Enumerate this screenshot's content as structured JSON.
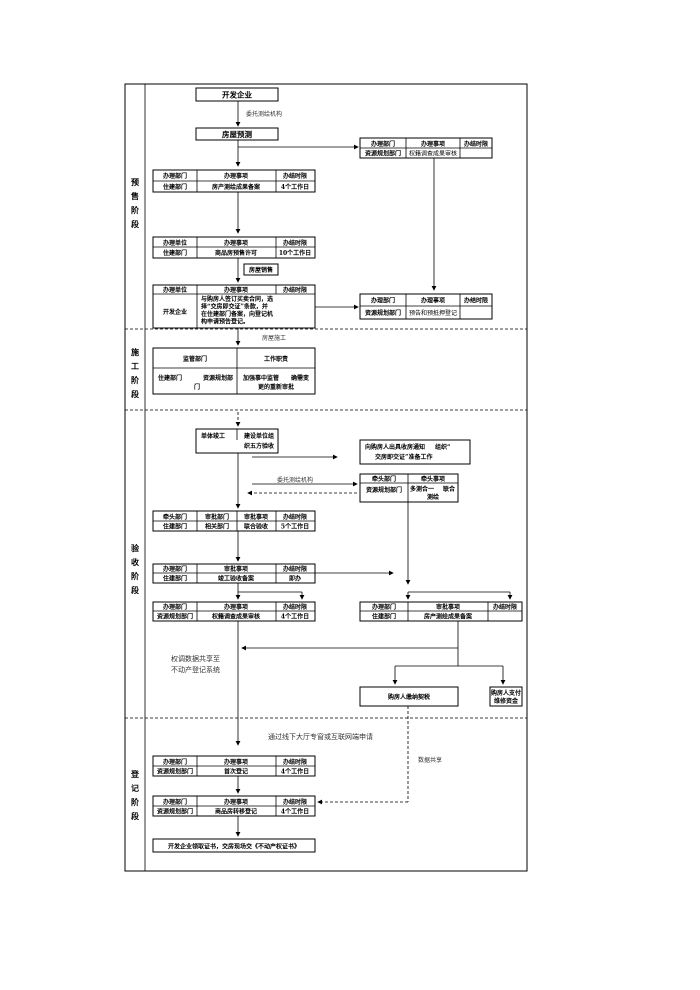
{
  "stages": {
    "presale": [
      "预",
      "售",
      "阶",
      "段"
    ],
    "construction": [
      "施",
      "工",
      "阶",
      "段"
    ],
    "acceptance": [
      "验",
      "收",
      "阶",
      "段"
    ],
    "registration": [
      "登",
      "记",
      "阶",
      "段"
    ]
  },
  "nodes": {
    "developer": "开发企业",
    "commission_survey": "委托测绘机构",
    "presale_survey": "房屋预测",
    "house_sale": "房屋销售",
    "start_construction": "房屋施工",
    "single_completion": "单体竣工",
    "org_five_party_1": "建设单位组",
    "org_five_party_2": "织五方验收",
    "notify_buyer_1": "向购房人出具收房通知",
    "notify_buyer_2": "组织“",
    "notify_buyer_3": "交房即交证”准备工作",
    "commission_survey_2": "委托测绘机构",
    "data_share_1": "权调数据共享至",
    "data_share_2": "不动产登记系统",
    "tax_payment": "购房人缴纳契税",
    "buyer_fees_1": "购房人支付",
    "buyer_fees_2": "维修资金",
    "offline_apply": "通过线下大厅专窗或互联网端申请",
    "data_share_3": "数据共享",
    "final_text": "开发企业领取证书，交房现场交《不动产权证书》"
  },
  "tables": {
    "t1": {
      "h": [
        "办理部门",
        "办理事项",
        "办结时限"
      ],
      "r": [
        "住建部门",
        "房产测绘成果备案",
        "4个工作日"
      ]
    },
    "t2": {
      "h": [
        "办理单位",
        "办理事项",
        "办结时限"
      ],
      "r": [
        "住建部门",
        "商品房预售许可",
        "10个工作日"
      ]
    },
    "t3": {
      "h": [
        "办理单位",
        "办理事项",
        "办结时限"
      ],
      "r": [
        "开发企业"
      ],
      "body": [
        "与购房人签订买卖合同，选",
        "择“交房即交证”条款，并",
        "在住建部门备案，向登记机",
        "构申请预告登记。"
      ]
    },
    "t4": {
      "h": [
        "办理部门",
        "办理事项",
        "办结时限"
      ],
      "r": [
        "资源规划部门",
        "权籍调查成果审核",
        ""
      ]
    },
    "t5": {
      "h": [
        "办理部门",
        "办理事项",
        "办结时限"
      ],
      "r": [
        "资源规划部门",
        "预告和预抵押登记",
        ""
      ]
    },
    "t6": {
      "h": [
        "监管部门",
        "工作职责"
      ],
      "r1": [
        "住建部门",
        "资源规划部",
        "加强事中监管",
        "确需变"
      ],
      "r2": [
        "门",
        "更的重新审批"
      ]
    },
    "t7": {
      "h": [
        "牵头部门",
        "牵头事项"
      ],
      "r": [
        "资源规划部门",
        "多测合一",
        "联合"
      ],
      "r2": [
        "测绘"
      ]
    },
    "t8": {
      "h": [
        "牵头部门",
        "审批部门",
        "审批事项",
        "办结时限"
      ],
      "r": [
        "住建部门",
        "相关部门",
        "联合验收",
        "5个工作日"
      ]
    },
    "t9": {
      "h": [
        "办理部门",
        "审批事项",
        "办结时限"
      ],
      "r": [
        "住建部门",
        "竣工验收备案",
        "即办"
      ]
    },
    "t10": {
      "h": [
        "办理部门",
        "办理事项",
        "办结时限"
      ],
      "r": [
        "资源规划部门",
        "权籍调查成果审核",
        "4个工作日"
      ]
    },
    "t11": {
      "h": [
        "办理部门",
        "审批事项",
        "办结时限"
      ],
      "r": [
        "住建部门",
        "房产测绘成果备案",
        ""
      ]
    },
    "t12": {
      "h": [
        "办理部门",
        "办理事项",
        "办结时限"
      ],
      "r": [
        "资源规划部门",
        "首次登记",
        "4个工作日"
      ]
    },
    "t13": {
      "h": [
        "办理部门",
        "办理事项",
        "办结时限"
      ],
      "r": [
        "资源规划部门",
        "商品房转移登记",
        "4个工作日"
      ]
    }
  }
}
